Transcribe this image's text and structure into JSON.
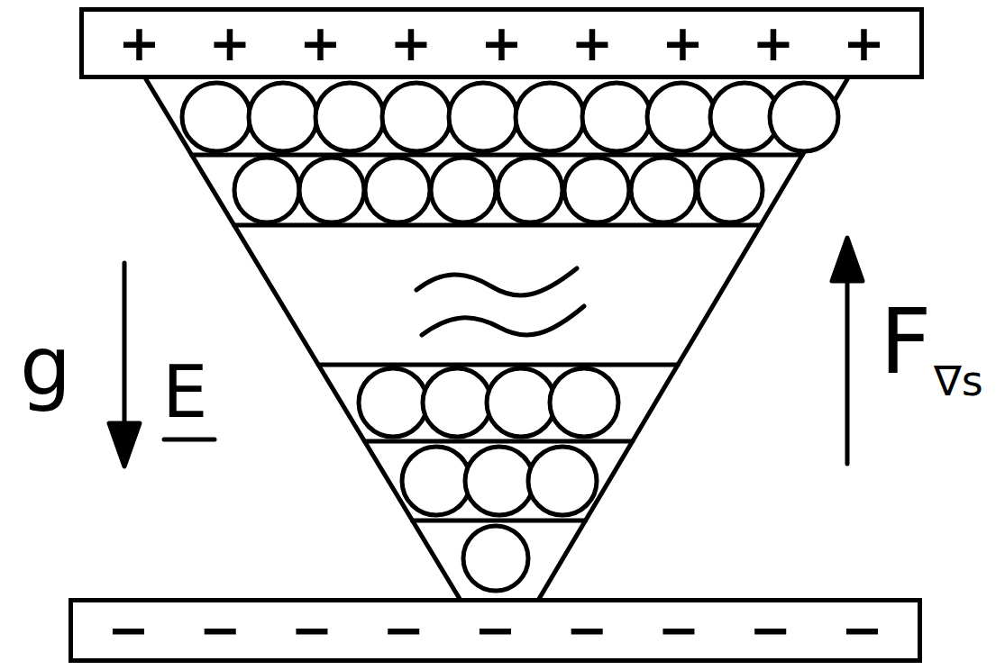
{
  "diagram": {
    "nodes": [
      {
        "text": [
          "+",
          "+",
          "+",
          "+",
          "+",
          "+",
          "+",
          "+",
          "+"
        ]
      },
      {
        "text": [
          "−",
          "−",
          "−",
          "−",
          "−",
          "−",
          "−",
          "−",
          "−"
        ]
      }
    ],
    "labels": [
      "g",
      "E",
      "F",
      "∇s"
    ]
  }
}
